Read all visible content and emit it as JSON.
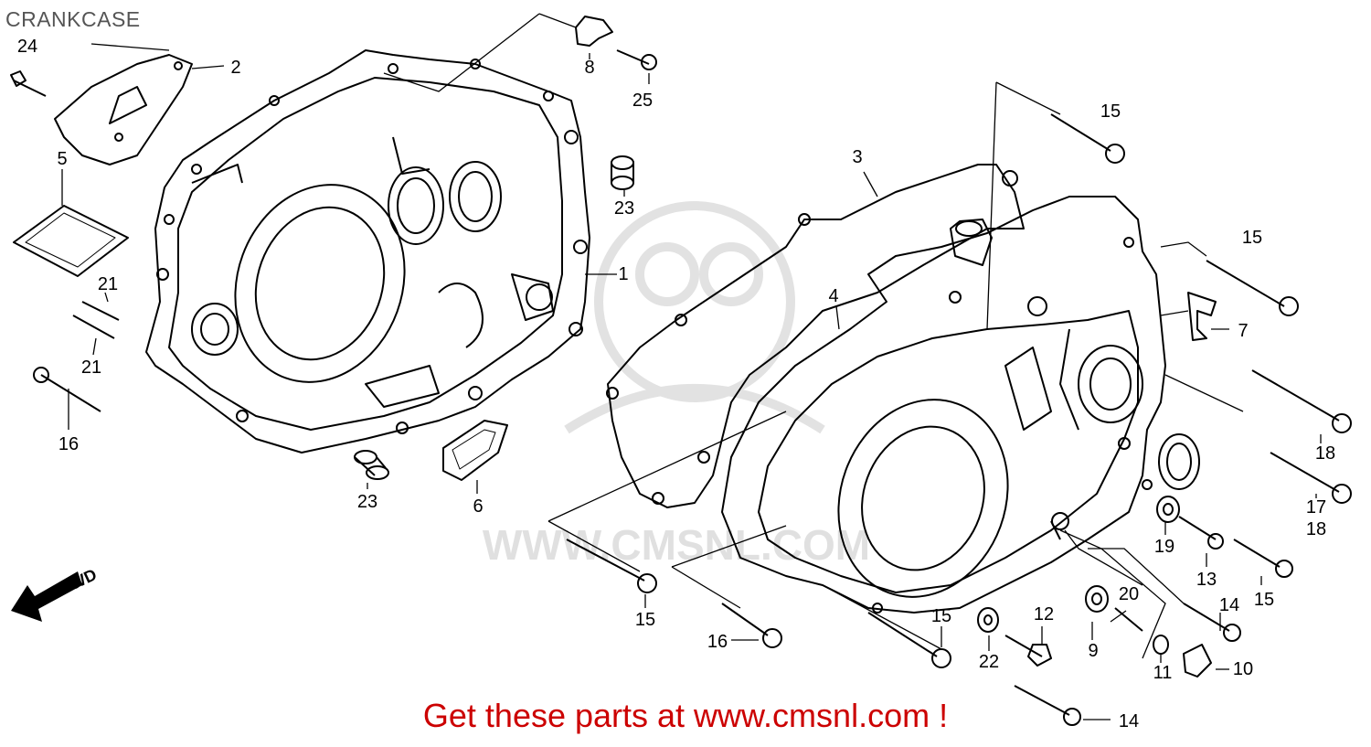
{
  "title": "CRANKCASE",
  "promo_text": "Get these parts at www.cmsnl.com !",
  "fwd_label": "FWD",
  "watermark_text": "WWW.CMSNL.COM",
  "colors": {
    "line": "#000000",
    "promo": "#cc0000",
    "title": "#555555",
    "watermark": "#d8d8d8"
  },
  "callouts": [
    {
      "id": "c24",
      "label": "24"
    },
    {
      "id": "c2",
      "label": "2"
    },
    {
      "id": "c5",
      "label": "5"
    },
    {
      "id": "c21a",
      "label": "21"
    },
    {
      "id": "c21b",
      "label": "21"
    },
    {
      "id": "c16a",
      "label": "16"
    },
    {
      "id": "c8",
      "label": "8"
    },
    {
      "id": "c25",
      "label": "25"
    },
    {
      "id": "c23a",
      "label": "23"
    },
    {
      "id": "c1",
      "label": "1"
    },
    {
      "id": "c23b",
      "label": "23"
    },
    {
      "id": "c6",
      "label": "6"
    },
    {
      "id": "c15a",
      "label": "15"
    },
    {
      "id": "c3",
      "label": "3"
    },
    {
      "id": "c15b",
      "label": "15"
    },
    {
      "id": "c4",
      "label": "4"
    },
    {
      "id": "c7",
      "label": "7"
    },
    {
      "id": "c18a",
      "label": "18"
    },
    {
      "id": "c17",
      "label": "17"
    },
    {
      "id": "c18b",
      "label": "18"
    },
    {
      "id": "c19",
      "label": "19"
    },
    {
      "id": "c13",
      "label": "13"
    },
    {
      "id": "c15c",
      "label": "15"
    },
    {
      "id": "c14a",
      "label": "14"
    },
    {
      "id": "c20",
      "label": "20"
    },
    {
      "id": "c15d",
      "label": "15"
    },
    {
      "id": "c16b",
      "label": "16"
    },
    {
      "id": "c15e",
      "label": "15"
    },
    {
      "id": "c12",
      "label": "12"
    },
    {
      "id": "c22",
      "label": "22"
    },
    {
      "id": "c9",
      "label": "9"
    },
    {
      "id": "c11",
      "label": "11"
    },
    {
      "id": "c10",
      "label": "10"
    },
    {
      "id": "c14b",
      "label": "14"
    }
  ]
}
